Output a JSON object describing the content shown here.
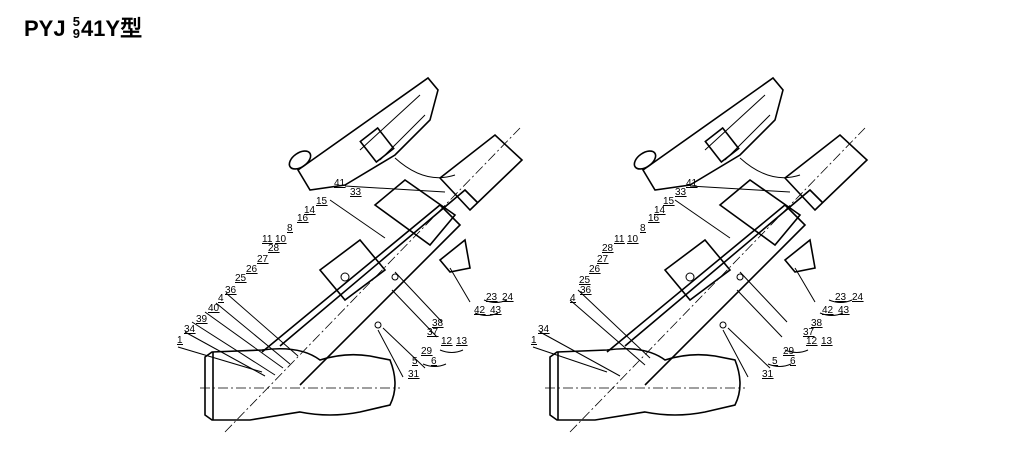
{
  "title": {
    "prefix": "PYJ ",
    "sup": "5",
    "sub": "9",
    "suffix": "41Y型"
  },
  "left_view": {
    "labels": [
      "41",
      "33",
      "15",
      "14",
      "16",
      "8",
      "11",
      "10",
      "28",
      "27",
      "26",
      "25",
      "36",
      "4",
      "40",
      "39",
      "34",
      "1",
      "23",
      "24",
      "42",
      "43",
      "38",
      "37",
      "12",
      "13",
      "29",
      "5",
      "6",
      "31"
    ]
  },
  "right_view": {
    "labels": [
      "41",
      "33",
      "15",
      "14",
      "16",
      "8",
      "11",
      "10",
      "28",
      "27",
      "26",
      "25",
      "36",
      "4",
      "34",
      "1",
      "23",
      "24",
      "42",
      "43",
      "38",
      "37",
      "12",
      "13",
      "29",
      "5",
      "6",
      "31"
    ]
  }
}
